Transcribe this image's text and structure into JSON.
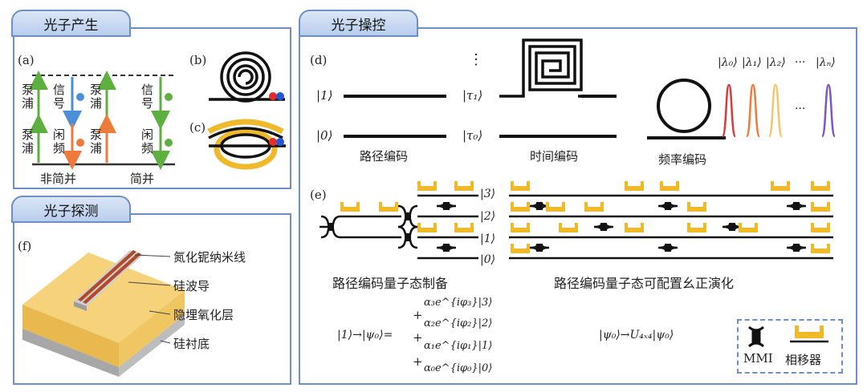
{
  "panels": {
    "gen": {
      "title": "光子产生"
    },
    "ctrl": {
      "title": "光子操控"
    },
    "det": {
      "title": "光子探测"
    }
  },
  "labels": {
    "a": "(a)",
    "b": "(b)",
    "c": "(c)",
    "d": "(d)",
    "e": "(e)",
    "f": "(f)"
  },
  "gen": {
    "pump": "泵浦",
    "signal": "信号",
    "idler": "闲频",
    "nondegenerate": "非简并",
    "degenerate": "简并"
  },
  "encoding": {
    "path": "路径编码",
    "time": "时间编码",
    "freq": "频率编码",
    "ket1": "|1⟩",
    "ket0": "|0⟩",
    "tau1": "|τ₁⟩",
    "tau0": "|τ₀⟩",
    "dots": "⋮",
    "lambda0": "|λ₀⟩",
    "lambda1": "|λ₁⟩",
    "lambda2": "|λ₂⟩",
    "lambdan": "|λₙ⟩",
    "hdots": "···"
  },
  "circuit": {
    "ket3": "|3⟩",
    "ket2": "|2⟩",
    "ket1": "|1⟩",
    "ket0": "|0⟩",
    "prep": "路径编码量子态制备",
    "evolve": "路径编码量子态可配置幺正演化",
    "eq_lhs": "|1⟩→|ψ₀⟩=",
    "eq_t3": "α₃e^{iφ₃}|3⟩",
    "eq_t2": "α₂e^{iφ₂}|2⟩",
    "eq_t1": "α₁e^{iφ₁}|1⟩",
    "eq_t0": "α₀e^{iφ₀}|0⟩",
    "plus": "+",
    "eq2": "|ψ₀⟩→U₄ₓ₄|ψ₀⟩",
    "mmi": "MMI",
    "phase_shifter": "相移器"
  },
  "det": {
    "nanowire": "氮化铌纳米线",
    "waveguide": "硅波导",
    "oxide": "隐埋氧化层",
    "substrate": "硅衬底"
  },
  "colors": {
    "border": "#6e8fc4",
    "pump": "#5db040",
    "signal": "#4a90d9",
    "idler": "#ee7a3c",
    "gold": "#f0b92a",
    "nanowire": "#b04a2a"
  }
}
